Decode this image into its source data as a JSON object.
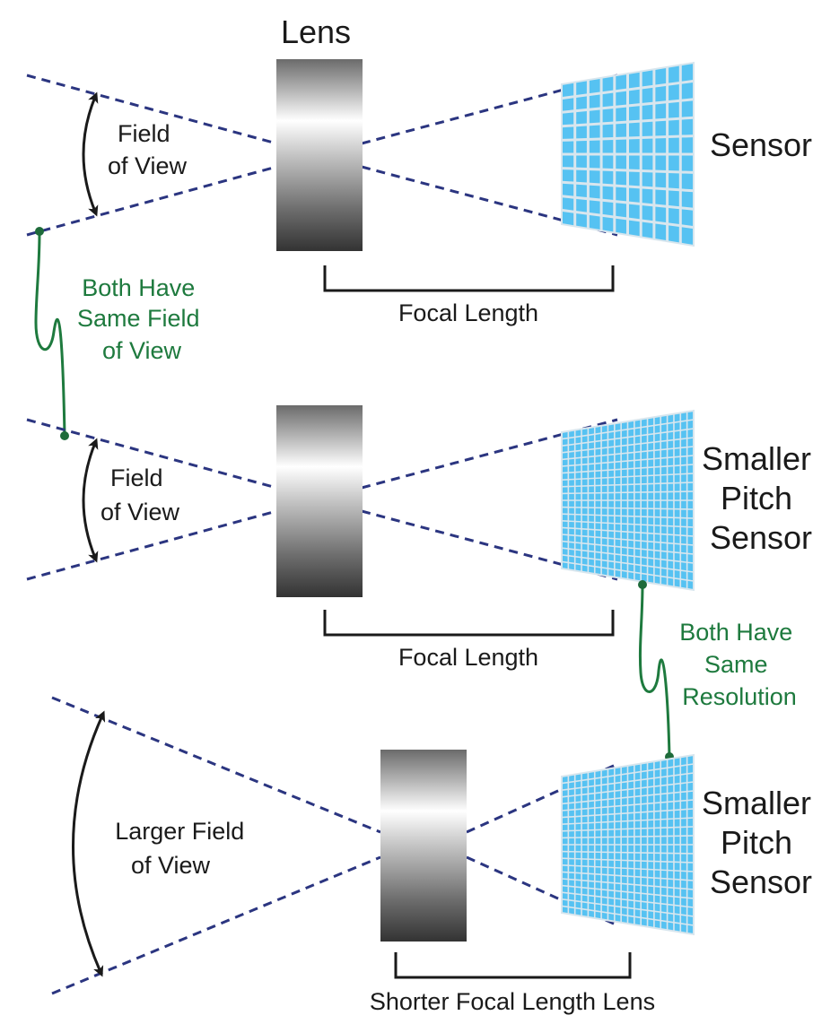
{
  "colors": {
    "ray": "#2b3580",
    "arrow": "#1a1a1a",
    "connector": "#1e7a3e",
    "sensor_fill": "#56c2f2",
    "sensor_grid": "#d8e6ee",
    "bracket": "#1a1a1a"
  },
  "labels": {
    "lens": "Lens",
    "sensor_1": "Sensor",
    "sensor_2_lines": [
      "Smaller",
      "Pitch",
      "Sensor"
    ],
    "sensor_3_lines": [
      "Smaller",
      "Pitch",
      "Sensor"
    ],
    "fov_1_lines": [
      "Field",
      "of View"
    ],
    "fov_2_lines": [
      "Field",
      "of View"
    ],
    "fov_3_lines": [
      "Larger Field",
      "of View"
    ],
    "focal_1": "Focal Length",
    "focal_2": "Focal Length",
    "focal_3": "Shorter Focal Length Lens",
    "same_fov_lines": [
      "Both Have",
      "Same Field",
      "of View"
    ],
    "same_res_lines": [
      "Both Have",
      "Same",
      "Resolution"
    ]
  },
  "sensors": [
    {
      "name": "sensor-1",
      "grid": 10
    },
    {
      "name": "sensor-2",
      "grid": 20
    },
    {
      "name": "sensor-3",
      "grid": 20
    }
  ]
}
